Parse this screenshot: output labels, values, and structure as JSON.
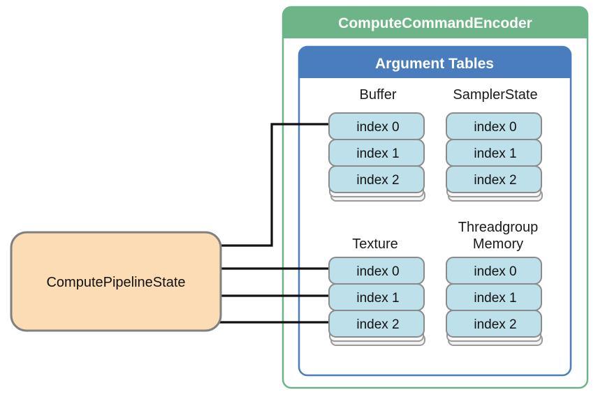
{
  "diagram": {
    "title": "ComputeCommandEncoder argument tables diagram",
    "type": "block-diagram",
    "colors": {
      "encoder_header": "#6db588",
      "encoder_border": "#6db588",
      "argument_tables_header": "#4a7dbe",
      "argument_tables_border": "#4a7dbe",
      "slot_fill": "#bde0eb",
      "slot_border": "#8a8a8a",
      "pipeline_fill": "#fcdcb4",
      "pipeline_border": "#808080",
      "connector": "#111111",
      "canvas": "#ffffff",
      "text": "#111111",
      "header_text": "#ffffff"
    },
    "outer_container": {
      "label": "ComputeCommandEncoder"
    },
    "inner_container": {
      "label": "Argument Tables"
    },
    "pipeline_node": {
      "label": "ComputePipelineState"
    },
    "tables": [
      {
        "name": "buffer-table",
        "title": "Buffer",
        "title_lines": [
          "Buffer"
        ],
        "slots": [
          "index 0",
          "index 1",
          "index 2"
        ],
        "stack_depth": 2
      },
      {
        "name": "samplerstate-table",
        "title": "SamplerState",
        "title_lines": [
          "SamplerState"
        ],
        "slots": [
          "index 0",
          "index 1",
          "index 2"
        ],
        "stack_depth": 2
      },
      {
        "name": "texture-table",
        "title": "Texture",
        "title_lines": [
          "Texture"
        ],
        "slots": [
          "index 0",
          "index 1",
          "index 2"
        ],
        "stack_depth": 2
      },
      {
        "name": "threadgroup-memory-table",
        "title": "Threadgroup Memory",
        "title_lines": [
          "Threadgroup",
          "Memory"
        ],
        "slots": [
          "index 0",
          "index 1",
          "index 2"
        ],
        "stack_depth": 2
      }
    ],
    "connectors": [
      {
        "name": "pipeline-to-buffer-index0",
        "from": "ComputePipelineState",
        "to": "Buffer index 0"
      },
      {
        "name": "pipeline-to-texture-index0",
        "from": "ComputePipelineState",
        "to": "Texture index 0"
      },
      {
        "name": "pipeline-to-texture-index1",
        "from": "ComputePipelineState",
        "to": "Texture index 1"
      },
      {
        "name": "pipeline-to-texture-index2",
        "from": "ComputePipelineState",
        "to": "Texture index 2"
      }
    ]
  }
}
